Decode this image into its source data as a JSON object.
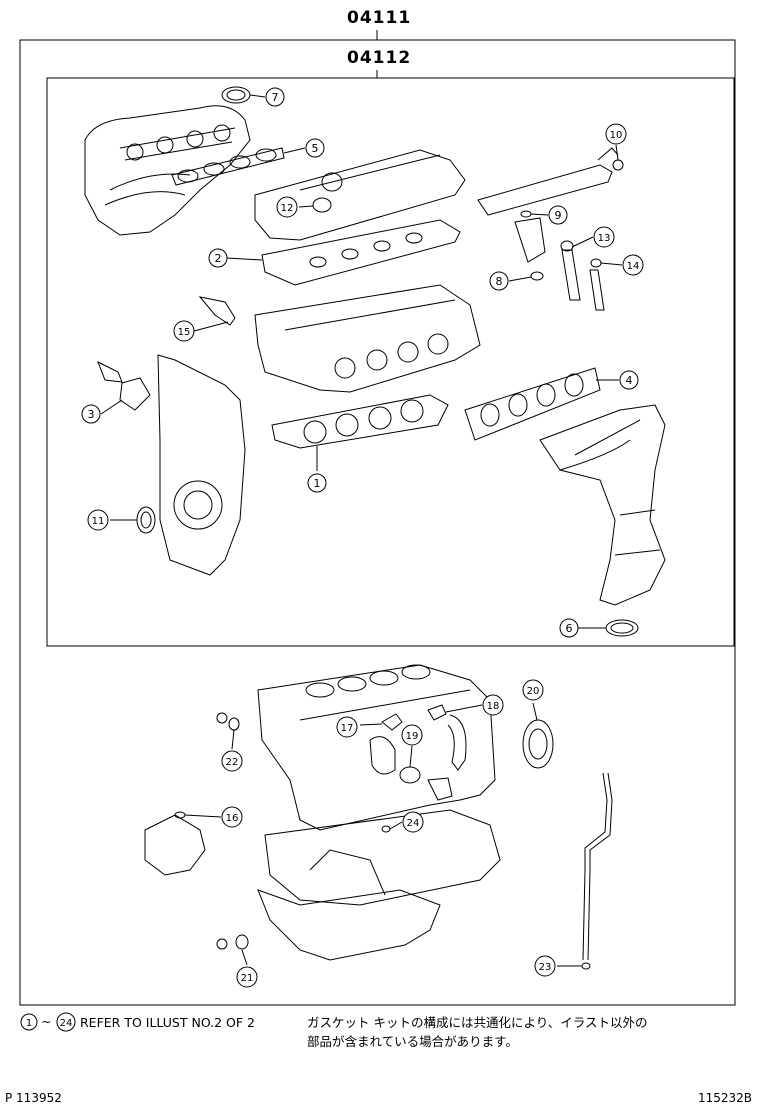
{
  "header": {
    "outer_code": "04111",
    "inner_code": "04112"
  },
  "callouts": [
    "1",
    "2",
    "3",
    "4",
    "5",
    "6",
    "7",
    "8",
    "9",
    "10",
    "11",
    "12",
    "13",
    "14",
    "15",
    "16",
    "17",
    "18",
    "19",
    "20",
    "21",
    "22",
    "23",
    "24"
  ],
  "note": {
    "range_start": "1",
    "range_sep": "~",
    "range_end": "24",
    "refer_text": "REFER TO ILLUST NO.2 OF 2",
    "jp_line1": "ガスケット キットの構成には共通化により、イラスト以外の",
    "jp_line2": "部品が含まれている場合があります。"
  },
  "footer": {
    "left": "P 113952",
    "right": "115232B"
  }
}
